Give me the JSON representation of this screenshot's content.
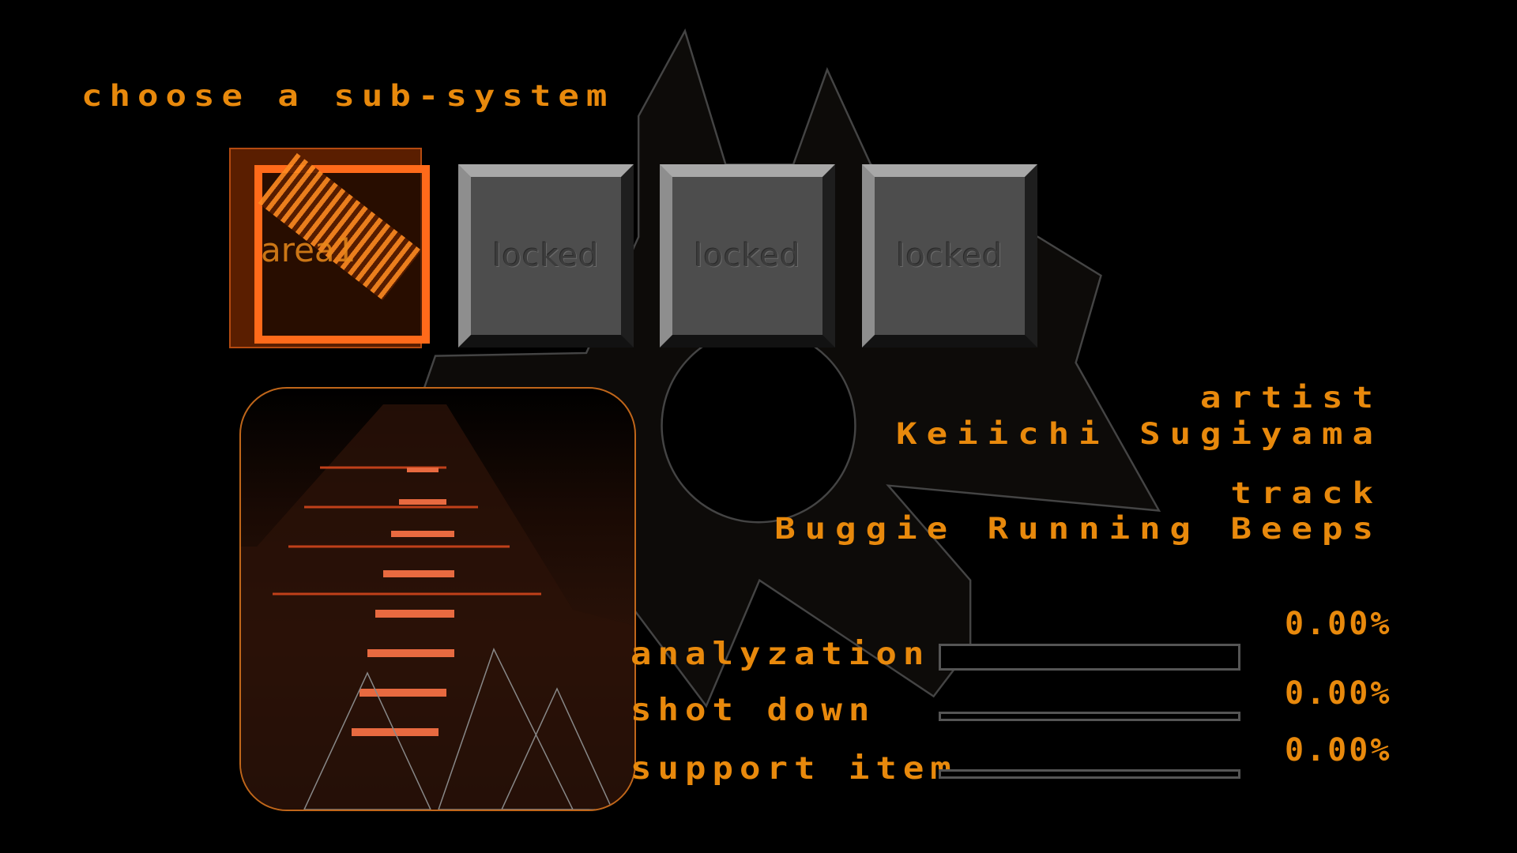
{
  "header": {
    "title": "choose a sub-system"
  },
  "subsystems": [
    {
      "label": "area1",
      "state": "selected"
    },
    {
      "label": "locked",
      "state": "locked"
    },
    {
      "label": "locked",
      "state": "locked"
    },
    {
      "label": "locked",
      "state": "locked"
    }
  ],
  "info": {
    "artist_label": "artist",
    "artist": "Keiichi Sugiyama",
    "track_label": "track",
    "track": "Buggie Running Beeps"
  },
  "stats": [
    {
      "label": "analyzation",
      "value": "0.00%",
      "progress": 0
    },
    {
      "label": "shot down",
      "value": "0.00%",
      "progress": 0
    },
    {
      "label": "support item",
      "value": "0.00%",
      "progress": 0
    }
  ],
  "colors": {
    "accent": "#e8890c",
    "card": "#4d4d4d",
    "bg": "#000000"
  }
}
